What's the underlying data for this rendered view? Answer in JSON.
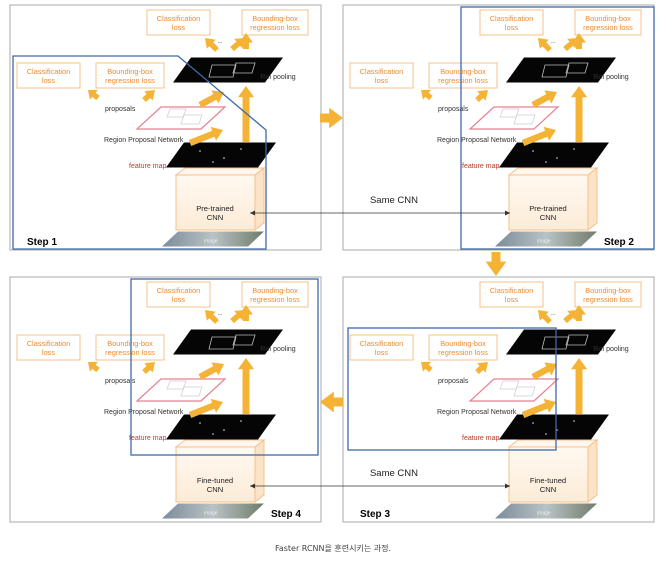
{
  "diagram": {
    "steps": [
      "Step 1",
      "Step 2",
      "Step 3",
      "Step 4"
    ],
    "loss_labels": {
      "cls": [
        "Classification",
        "loss"
      ],
      "bbox": [
        "Bounding-box",
        "regression loss"
      ]
    },
    "labels": {
      "roi_pooling": "RoI pooling",
      "proposals": "proposals",
      "rpn": "Region Proposal Network",
      "feature_map": "feature map",
      "dots": "...",
      "image": "image"
    },
    "cnn": {
      "pretrained": [
        "Pre-trained",
        "CNN"
      ],
      "finetuned": [
        "Fine-tuned",
        "CNN"
      ]
    },
    "shared_label": "Same CNN",
    "colors": {
      "orange": "#f5b335",
      "box_text": "#f08b2c",
      "box_border": "#f6c08a",
      "outline": "#3f6aa8",
      "feature_text": "#c0392b",
      "rpn_border": "#e5808f"
    }
  },
  "caption": "Faster RCNN을 훈련시키는 과정."
}
